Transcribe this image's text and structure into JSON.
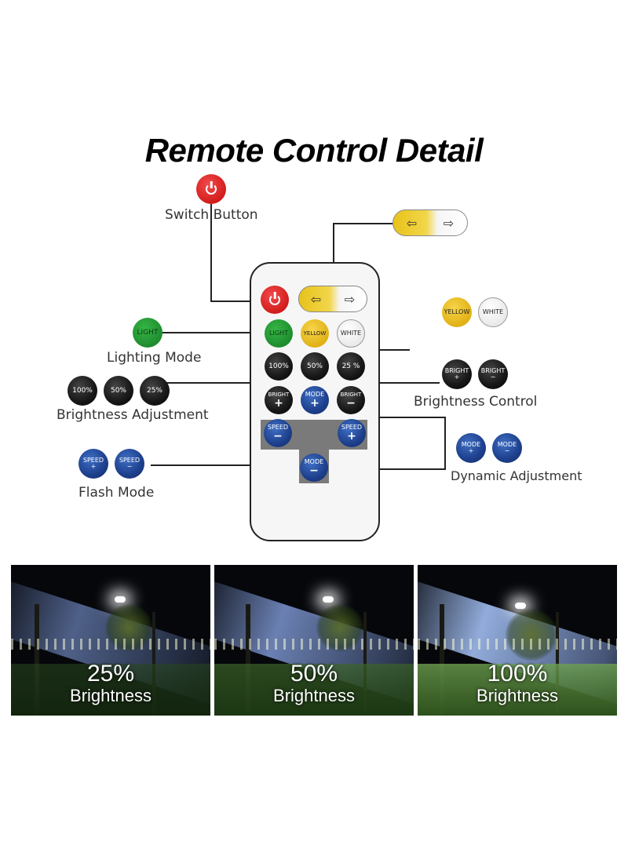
{
  "title": "Remote Control Detail",
  "labels": {
    "switch": "Switch Button",
    "lighting": "Lighting Mode",
    "brightness_adj": "Brightness Adjustment",
    "brightness_ctrl": "Brightness Control",
    "flash": "Flash Mode",
    "dynamic": "Dynamic Adjustment"
  },
  "buttons": {
    "light": "LIGHT",
    "yellow": "YELLOW",
    "white": "WHITE",
    "p100": "100%",
    "p50": "50%",
    "p25": "25%",
    "p25_remote": "25 %",
    "bright": "BRIGHT",
    "mode": "MODE",
    "speed": "SPEED",
    "plus": "+",
    "minus": "−"
  },
  "photos": [
    {
      "value": "25%",
      "label": "Brightness"
    },
    {
      "value": "50%",
      "label": "Brightness"
    },
    {
      "value": "100%",
      "label": "Brightness"
    }
  ],
  "colors": {
    "power_red": "#d21c1c",
    "light_green": "#1e8c2e",
    "yellow": "#e0b114",
    "blue": "#1d3f8c",
    "remote_gray": "#7a7a7a"
  },
  "icons": {
    "power": "power-icon",
    "direction": "left-right-arrows-icon"
  }
}
